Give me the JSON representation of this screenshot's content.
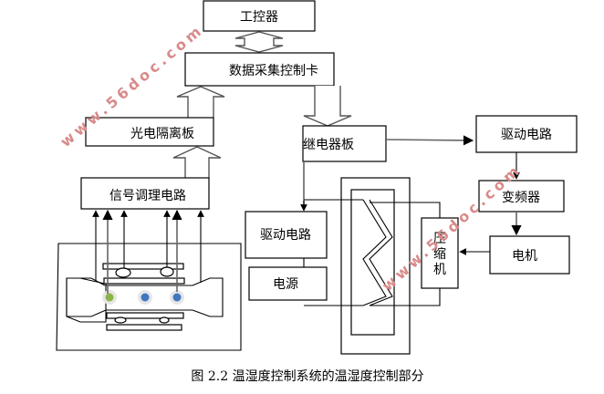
{
  "diagram": {
    "boxes": {
      "ipc": "工控器",
      "daq_card": "数据采集控制卡",
      "optical_isolation": "光电隔离板",
      "signal_conditioning": "信号调理电路",
      "relay_board": "继电器板",
      "drive_circuit_right": "驱动电路",
      "inverter": "变频器",
      "motor": "电机",
      "compressor": [
        "压",
        "缩",
        "机"
      ],
      "drive_circuit_left": "驱动电路",
      "power_supply": "电源"
    },
    "caption": "图 2.2  温湿度控制系统的温湿度控制部分",
    "watermarks": [
      "www.56doc.com",
      "www.56doc.com"
    ],
    "sensor_colors": {
      "green": "#8bb34a",
      "blue": "#3f78c0"
    }
  }
}
